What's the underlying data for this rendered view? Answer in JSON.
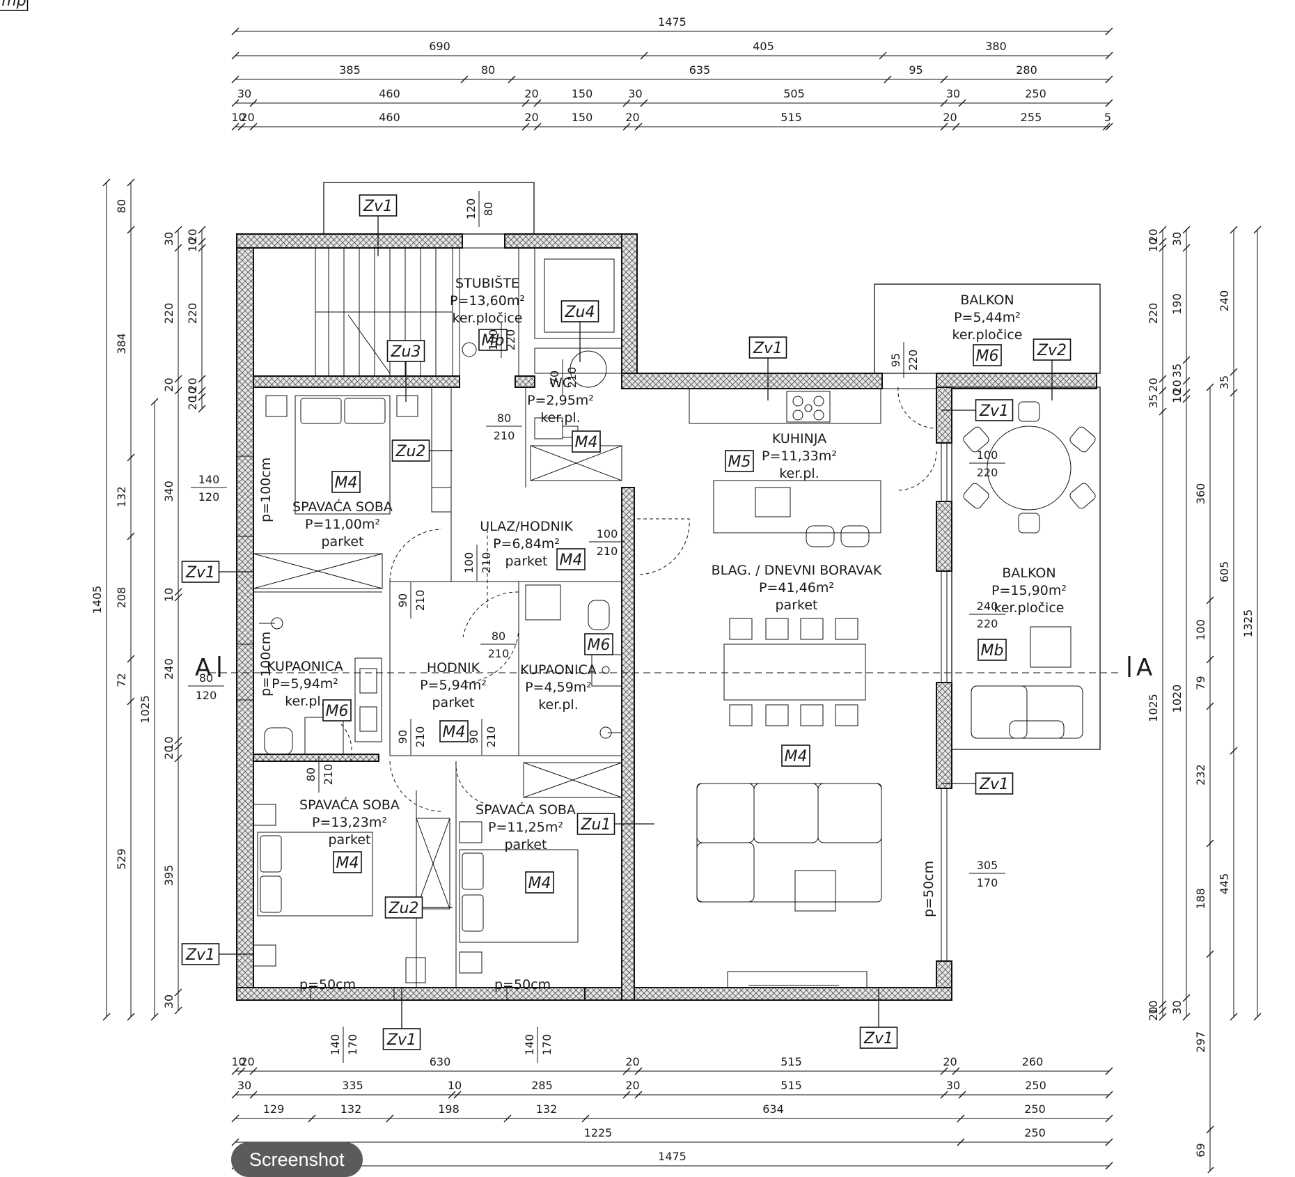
{
  "dimensions": {
    "top": [
      [
        "1475"
      ],
      [
        "690",
        "405",
        "380"
      ],
      [
        "385",
        "80",
        "635",
        "95",
        "280"
      ],
      [
        "30",
        "460",
        "20",
        "150",
        "30",
        "505",
        "30",
        "250"
      ],
      [
        "10",
        "20",
        "460",
        "20",
        "150",
        "20",
        "515",
        "20",
        "255",
        "5"
      ]
    ],
    "bottom": [
      [
        "10",
        "20",
        "630",
        "20",
        "515",
        "20",
        "260"
      ],
      [
        "30",
        "335",
        "10",
        "285",
        "20",
        "515",
        "30",
        "250"
      ],
      [
        "129",
        "132",
        "198",
        "132",
        "634",
        "250"
      ],
      [
        "1225",
        "250"
      ],
      [
        "1475"
      ]
    ],
    "left": [
      [
        "1405"
      ],
      [
        "80",
        "384",
        "132",
        "208",
        "72",
        "529"
      ],
      [
        "1025"
      ],
      [
        "30",
        "220",
        "20",
        "340",
        "10",
        "240",
        "10",
        "20",
        "395",
        "30"
      ],
      [
        "20",
        "10",
        "220",
        "20",
        "10",
        "20"
      ]
    ],
    "right": [
      [
        "20",
        "10",
        "220",
        "20",
        "35",
        "1025",
        "10",
        "20"
      ],
      [
        "30",
        "190",
        "35",
        "20",
        "10",
        "1020",
        "30"
      ],
      [
        "360",
        "100",
        "79",
        "232",
        "188",
        "297",
        "69"
      ],
      [
        "240",
        "35",
        "605",
        "445"
      ],
      [
        "1325"
      ]
    ]
  },
  "section_marks": {
    "left": "A",
    "right": "A"
  },
  "rooms": [
    {
      "name": "STUBIŠTE",
      "area": "P=13,60m²",
      "floor": "ker.pločice"
    },
    {
      "name": "WC",
      "area": "P=2,95m²",
      "floor": "ker.pl."
    },
    {
      "name": "SPAVAĆA SOBA",
      "area": "P=11,00m²",
      "floor": "parket"
    },
    {
      "name": "ULAZ/HODNIK",
      "area": "P=6,84m²",
      "floor": "parket"
    },
    {
      "name": "KUHINJA",
      "area": "P=11,33m²",
      "floor": "ker.pl."
    },
    {
      "name": "BLAG. / DNEVNI BORAVAK",
      "area": "P=41,46m²",
      "floor": "parket"
    },
    {
      "name": "BALKON",
      "area": "P=5,44m²",
      "floor": "ker.pločice"
    },
    {
      "name": "BALKON",
      "area": "P=15,90m²",
      "floor": "ker.pločice"
    },
    {
      "name": "KUPAONICA",
      "area": "P=5,94m²",
      "floor": "ker.pl."
    },
    {
      "name": "HODNIK",
      "area": "P=5,94m²",
      "floor": "parket"
    },
    {
      "name": "KUPAONICA",
      "area": "P=4,59m²",
      "floor": "ker.pl."
    },
    {
      "name": "SPAVAĆA SOBA",
      "area": "P=13,23m²",
      "floor": "parket"
    },
    {
      "name": "SPAVAĆA SOBA",
      "area": "P=11,25m²",
      "floor": "parket"
    }
  ],
  "tags": [
    "Zv1",
    "Zu4",
    "Zu3",
    "Zu2",
    "Zv1",
    "Zv2",
    "Zv1",
    "Zv1",
    "Zu1",
    "Zu2",
    "Zv1",
    "Zv1",
    "Zv1",
    "Zv1",
    "M4",
    "M5",
    "M4",
    "M4",
    "M6",
    "M6",
    "M4",
    "M4",
    "M4",
    "M4",
    "M6",
    "Mb",
    "Mb",
    "Mp,mp"
  ],
  "openings": [
    {
      "top": "140",
      "bottom": "120"
    },
    {
      "top": "80",
      "bottom": "120"
    },
    {
      "top": "120",
      "bottom": "80"
    },
    {
      "top": "100",
      "bottom": "220"
    },
    {
      "top": "70",
      "bottom": "210"
    },
    {
      "top": "80",
      "bottom": "210"
    },
    {
      "top": "100",
      "bottom": "210"
    },
    {
      "top": "100",
      "bottom": "210"
    },
    {
      "top": "90",
      "bottom": "210"
    },
    {
      "top": "80",
      "bottom": "210"
    },
    {
      "top": "90",
      "bottom": "210"
    },
    {
      "top": "90",
      "bottom": "210"
    },
    {
      "top": "80",
      "bottom": "210"
    },
    {
      "top": "95",
      "bottom": "220"
    },
    {
      "top": "100",
      "bottom": "220"
    },
    {
      "top": "240",
      "bottom": "220"
    },
    {
      "top": "305",
      "bottom": "170"
    },
    {
      "top": "140",
      "bottom": "170"
    },
    {
      "top": "140",
      "bottom": "170"
    }
  ],
  "notes": [
    "p=100cm",
    "p=100cm",
    "p=50cm",
    "p=50cm",
    "p=50cm"
  ],
  "badge": "Screenshot"
}
